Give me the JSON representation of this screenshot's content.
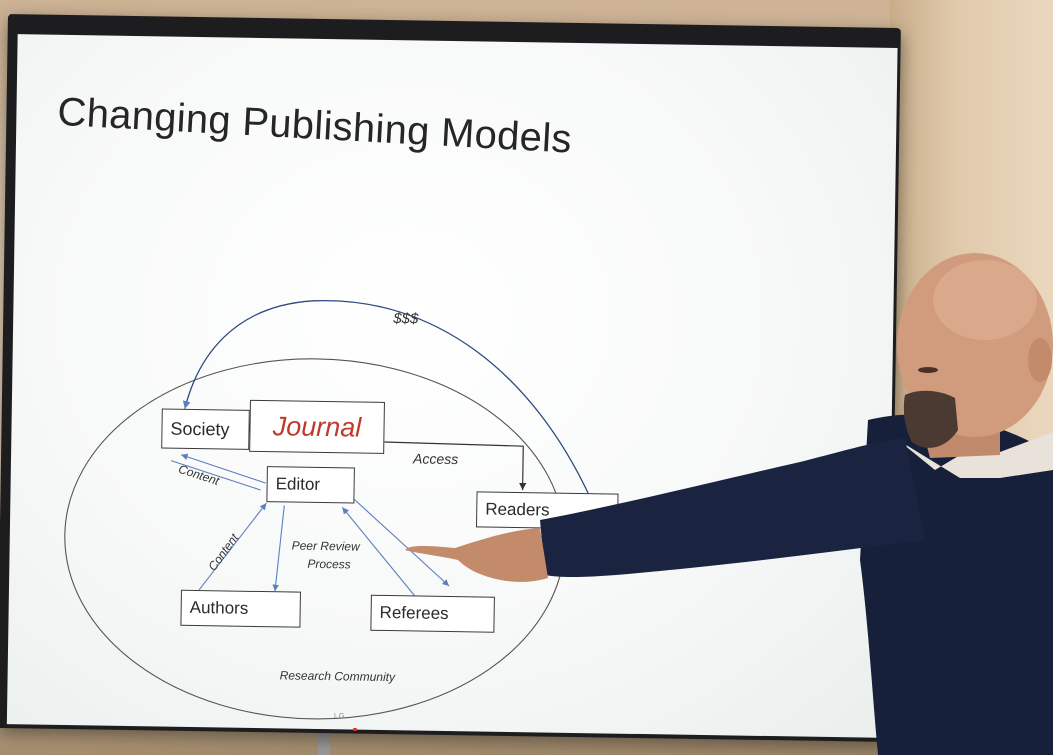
{
  "slide": {
    "title": "Changing Publishing Models",
    "boxes": {
      "society": "Society",
      "journal": "Journal",
      "editor": "Editor",
      "readers": "Readers",
      "authors": "Authors",
      "referees": "Referees"
    },
    "labels": {
      "money": "$$$",
      "access": "Access",
      "content_top": "Content",
      "content_side": "Content",
      "peer_review_line1": "Peer Review",
      "peer_review_line2": "Process",
      "research_community": "Research Community"
    },
    "colors": {
      "journal_text": "#c0392b",
      "arrow_blue": "#5b7fbf"
    }
  },
  "tv": {
    "brand": "LG"
  }
}
